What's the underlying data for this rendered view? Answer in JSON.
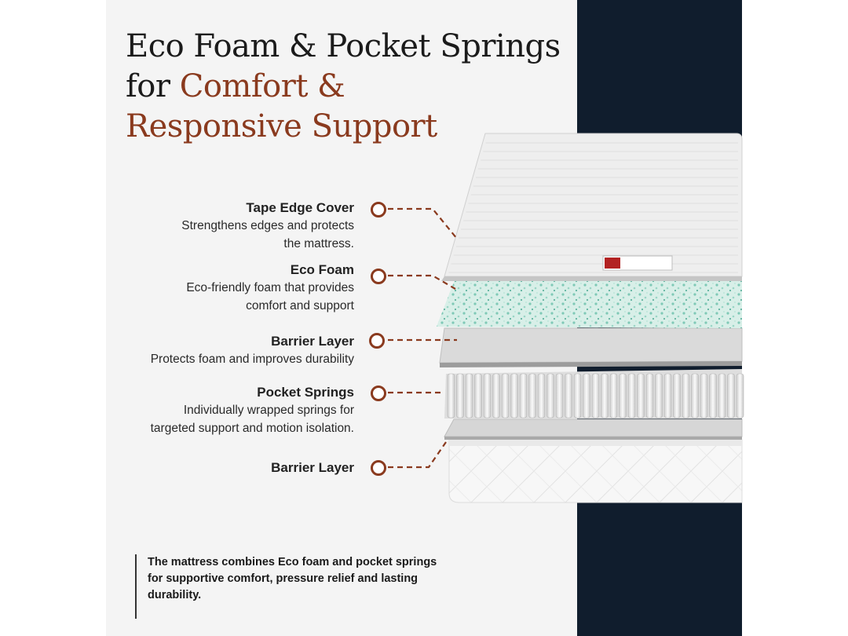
{
  "title": {
    "line1": "Eco Foam & Pocket Springs",
    "line2_prefix": "for ",
    "line2_accent": "Comfort &",
    "line3_accent": "Responsive Support"
  },
  "layers": [
    {
      "name": "Tape Edge Cover",
      "desc_lines": [
        "Strengthens edges and protects",
        "the mattress."
      ]
    },
    {
      "name": "Eco Foam",
      "desc_lines": [
        "Eco-friendly foam that provides",
        "comfort and support"
      ]
    },
    {
      "name": "Barrier Layer",
      "desc_lines": [
        "Protects foam and improves durability"
      ]
    },
    {
      "name": "Pocket Springs",
      "desc_lines": [
        "Individually wrapped springs for",
        "targeted support and motion isolation."
      ]
    },
    {
      "name": "Barrier Layer",
      "desc_lines": []
    }
  ],
  "summary": "The mattress combines Eco foam and pocket springs for supportive comfort, pressure relief and lasting durability.",
  "colors": {
    "accent": "#8a3a1e",
    "navy": "#101d2d",
    "panel": "#f4f4f4"
  },
  "icons": [
    "leader-dot",
    "mattress-layers-illustration"
  ]
}
